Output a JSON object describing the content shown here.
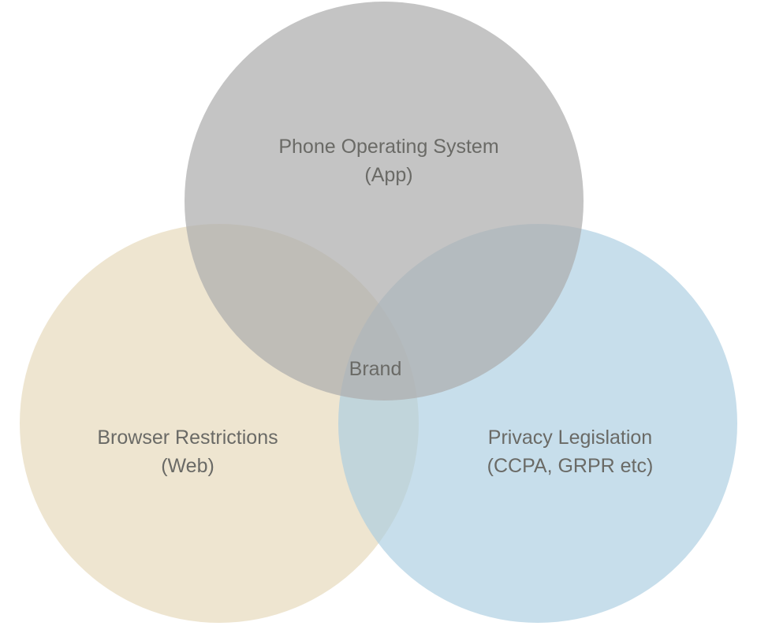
{
  "diagram": {
    "type": "venn",
    "sets": [
      {
        "id": "phone-os",
        "line1": "Phone Operating System",
        "line2": "(App)",
        "color": "#adadad"
      },
      {
        "id": "browser",
        "line1": "Browser Restrictions",
        "line2": "(Web)",
        "color": "#e8dcc0"
      },
      {
        "id": "privacy",
        "line1": "Privacy Legislation",
        "line2": "(CCPA, GRPR etc)",
        "color": "#a9cde1"
      }
    ],
    "intersection_label": "Brand",
    "text_color": "#6a6a66"
  }
}
